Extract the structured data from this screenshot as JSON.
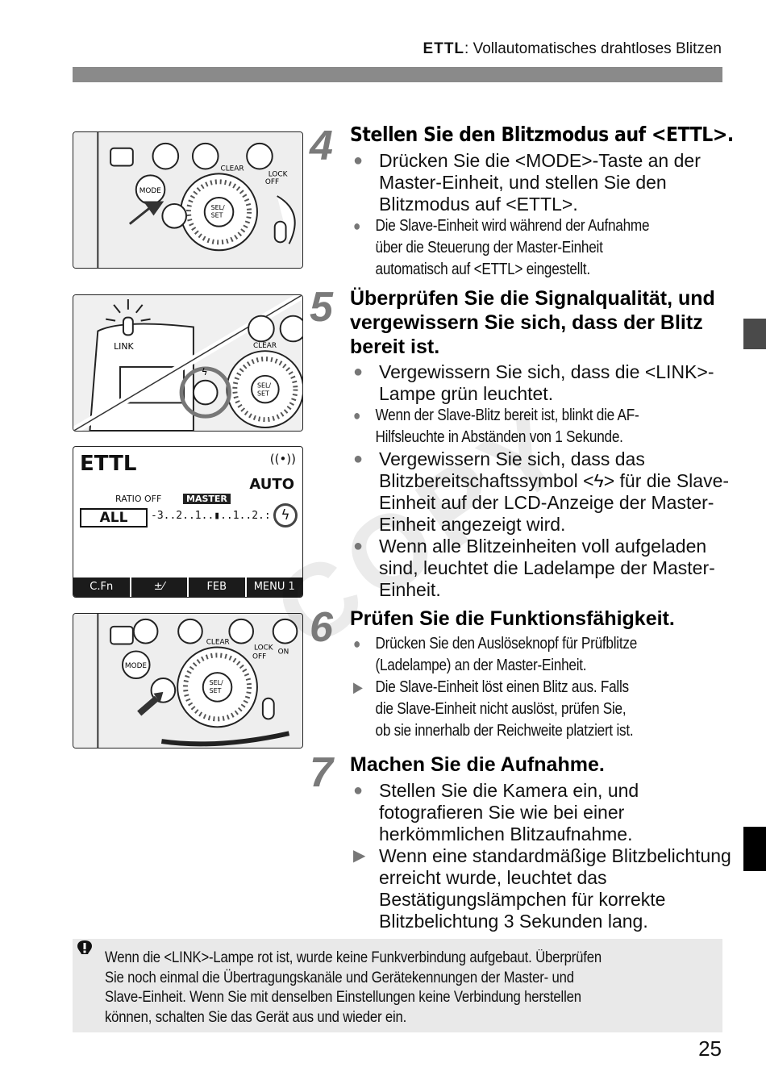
{
  "header": {
    "mode_label": "ETTL",
    "title": ": Vollautomatisches drahtloses Blitzen"
  },
  "watermark": "COPY",
  "figures": {
    "lcd": {
      "mode": "ETTL",
      "signal": "((•))",
      "auto": "AUTO",
      "ratio": "RATIO OFF",
      "master": "MASTER",
      "all": "ALL",
      "scale": "-3..2..1..▮..1..2.:",
      "bolt": "ϟ",
      "menu": [
        "C.Fn",
        "±⁄",
        "FEB",
        "MENU 1"
      ]
    },
    "panel_labels": {
      "clear": "CLEAR",
      "lock": "LOCK",
      "off": "OFF",
      "on": "ON",
      "mode": "MODE",
      "sel_set": "SEL/ SET",
      "link": "LINK"
    }
  },
  "steps": [
    {
      "num": "4",
      "title": "Stellen Sie den Blitzmodus auf <ETTL>.",
      "items": [
        {
          "marker": "●",
          "size": "big",
          "text": "Drücken Sie die <MODE>-Taste an der Master-Einheit, und stellen Sie den Blitzmodus auf <ETTL>."
        },
        {
          "marker": "●",
          "size": "small",
          "lines": [
            "Die Slave-Einheit wird während der Aufnahme",
            "über die Steuerung der Master-Einheit",
            "automatisch auf <ETTL> eingestellt."
          ]
        }
      ]
    },
    {
      "num": "5",
      "title": "Überprüfen Sie die Signalqualität, und vergewissern Sie sich, dass der Blitz bereit ist.",
      "items": [
        {
          "marker": "●",
          "size": "big",
          "text": "Vergewissern Sie sich, dass die <LINK>-Lampe grün leuchtet."
        },
        {
          "marker": "●",
          "size": "small",
          "lines": [
            "Wenn der Slave-Blitz bereit ist, blinkt die AF-",
            "Hilfsleuchte in Abständen von 1 Sekunde."
          ]
        },
        {
          "marker": "●",
          "size": "big",
          "text": "Vergewissern Sie sich, dass das Blitzbereitschaftssymbol <ϟ> für die Slave-Einheit auf der LCD-Anzeige der Master-Einheit angezeigt wird."
        },
        {
          "marker": "●",
          "size": "big",
          "text": "Wenn alle Blitzeinheiten voll aufgeladen sind, leuchtet die Ladelampe der Master-Einheit."
        }
      ]
    },
    {
      "num": "6",
      "title": "Prüfen Sie die Funktionsfähigkeit.",
      "items": [
        {
          "marker": "●",
          "size": "small",
          "lines": [
            "Drücken Sie den Auslöseknopf für Prüfblitze",
            "(Ladelampe) an der Master-Einheit."
          ]
        },
        {
          "marker": "▶",
          "size": "small",
          "lines": [
            "Die Slave-Einheit löst einen Blitz aus. Falls",
            "die Slave-Einheit nicht auslöst, prüfen Sie,",
            "ob sie innerhalb der Reichweite platziert ist."
          ]
        }
      ]
    },
    {
      "num": "7",
      "title": "Machen Sie die Aufnahme.",
      "items": [
        {
          "marker": "●",
          "size": "big",
          "text": "Stellen Sie die Kamera ein, und fotografieren Sie wie bei einer herkömmlichen Blitzaufnahme."
        },
        {
          "marker": "▶",
          "size": "big",
          "text": "Wenn eine standardmäßige Blitzbelichtung erreicht wurde, leuchtet das Bestätigungslämpchen für korrekte Blitzbelichtung 3 Sekunden lang."
        }
      ]
    }
  ],
  "note": {
    "lines": [
      "Wenn die <LINK>-Lampe rot ist, wurde keine Funkverbindung aufgebaut. Überprüfen",
      "Sie noch einmal die Übertragungskanäle und Gerätekennungen der Master- und",
      "Slave-Einheit. Wenn Sie mit denselben Einstellungen keine Verbindung herstellen",
      "können, schalten Sie das Gerät aus und wieder ein."
    ]
  },
  "page_number": "25"
}
